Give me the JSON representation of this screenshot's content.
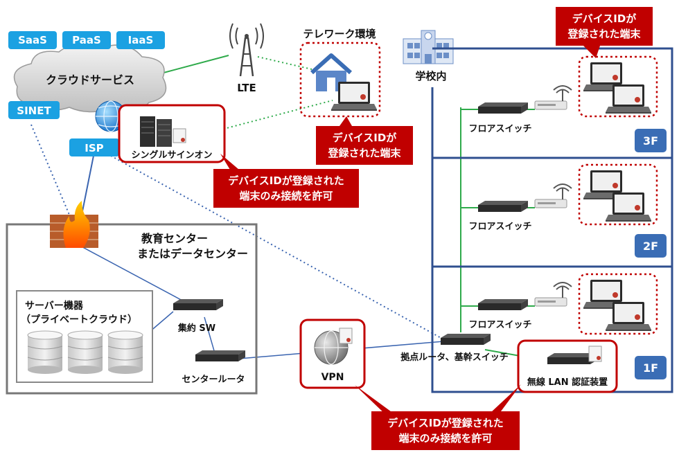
{
  "cloud": {
    "saas": "SaaS",
    "paas": "PaaS",
    "iaas": "IaaS",
    "label": "クラウドサービス",
    "sinet": "SINET",
    "isp": "ISP"
  },
  "lte": "LTE",
  "telework": {
    "label": "テレワーク環境",
    "callout_line1": "デバイスIDが",
    "callout_line2": "登録された端末"
  },
  "sso": {
    "label": "シングルサインオン",
    "callout_line1": "デバイスIDが登録された",
    "callout_line2": "端末のみ接続を許可"
  },
  "school": {
    "label": "学校内",
    "callout_line1": "デバイスIDが",
    "callout_line2": "登録された端末",
    "floor_switch": "フロアスイッチ",
    "floors": [
      "3F",
      "2F",
      "1F"
    ],
    "base_router": "拠点ルータ、基幹スイッチ",
    "wireless_auth": "無線 LAN 認証装置"
  },
  "center": {
    "title_line1": "教育センター",
    "title_line2": "またはデータセンター",
    "servers_line1": "サーバー機器",
    "servers_line2": "（プライベートクラウド）",
    "agg_sw": "集約 SW",
    "center_router": "センタールータ"
  },
  "vpn": {
    "label": "VPN",
    "callout_line1": "デバイスIDが登録された",
    "callout_line2": "端末のみ接続を許可"
  },
  "colors": {
    "blue_box": "#1ba1e2",
    "callout_red": "#c00000",
    "school_border": "#2f4f8f",
    "floor_badge": "#3a6db5",
    "green_line": "#2eaa4a",
    "blue_line": "#3a64b0",
    "dotted_blue": "#3a64b0",
    "dotted_green": "#2eaa4a"
  },
  "icons": [
    "cloud-icon",
    "globe-icon",
    "antenna-icon",
    "house-icon",
    "laptop-icon",
    "server-icon",
    "switch-icon",
    "wifi-router-icon",
    "firewall-icon",
    "database-icon",
    "vpn-globe-icon",
    "school-building-icon"
  ]
}
